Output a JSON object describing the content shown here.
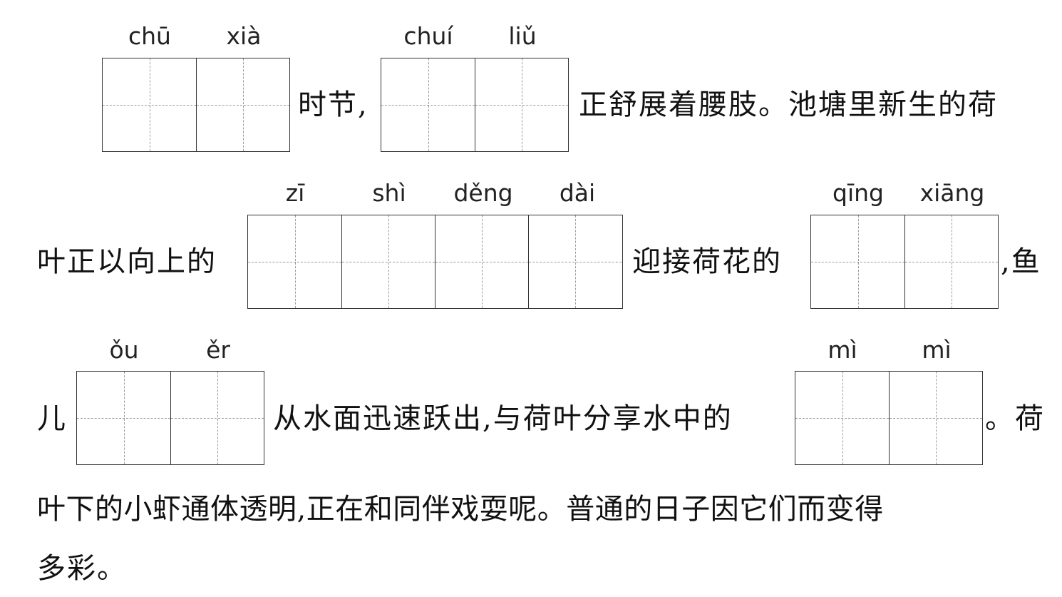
{
  "pinyin": {
    "g1": [
      "chū",
      "xià"
    ],
    "g2": [
      "chuí",
      "liǔ"
    ],
    "g3": [
      "zī",
      "shì",
      "děng",
      "dài"
    ],
    "g4": [
      "qīng",
      "xiāng"
    ],
    "g5": [
      "ǒu",
      "ěr"
    ],
    "g6": [
      "mì",
      "mì"
    ]
  },
  "text": {
    "line1_a": "时节,",
    "line1_b": "正舒展着腰肢。池塘里新生的荷",
    "line2_a": "叶正以向上的",
    "line2_b": "迎接荷花的",
    "line2_c": ",鱼",
    "line3_a": "儿",
    "line3_b": "从水面迅速跃出,与荷叶分享水中的",
    "line3_c": "。荷",
    "line4": "叶下的小虾通体透明,正在和同伴戏耍呢。普通的日子因它们而变得",
    "line5": "多彩。"
  }
}
